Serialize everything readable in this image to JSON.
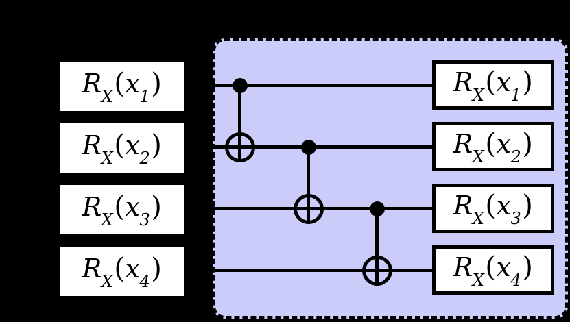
{
  "figure": {
    "title": "quantum-circuit-diagram",
    "background_color": "#000000",
    "wire_color": "#000000",
    "gate_fill_color": "#ffffff",
    "variational_block_fill": "#ccccfa",
    "variational_block_border": "#000000",
    "num_qubits": 4
  },
  "encoding_layer": {
    "name": "feature-encoding-layer",
    "gates": [
      {
        "symbol": "R",
        "subscript": "X",
        "arg_symbol": "x",
        "arg_subscript": "1",
        "label": "R_X(x_1)"
      },
      {
        "symbol": "R",
        "subscript": "X",
        "arg_symbol": "x",
        "arg_subscript": "2",
        "label": "R_X(x_2)"
      },
      {
        "symbol": "R",
        "subscript": "X",
        "arg_symbol": "x",
        "arg_subscript": "3",
        "label": "R_X(x_3)"
      },
      {
        "symbol": "R",
        "subscript": "X",
        "arg_symbol": "x",
        "arg_subscript": "4",
        "label": "R_X(x_4)"
      }
    ]
  },
  "variational_layer": {
    "name": "variational-block",
    "entangling_gates": [
      {
        "type": "CNOT",
        "control_qubit": 1,
        "target_qubit": 2
      },
      {
        "type": "CNOT",
        "control_qubit": 2,
        "target_qubit": 3
      },
      {
        "type": "CNOT",
        "control_qubit": 3,
        "target_qubit": 4
      }
    ],
    "rotation_gates": [
      {
        "symbol": "R",
        "subscript": "X",
        "arg_symbol": "x",
        "arg_subscript": "1",
        "label": "R_X(x_1)"
      },
      {
        "symbol": "R",
        "subscript": "X",
        "arg_symbol": "x",
        "arg_subscript": "2",
        "label": "R_X(x_2)"
      },
      {
        "symbol": "R",
        "subscript": "X",
        "arg_symbol": "x",
        "arg_subscript": "3",
        "label": "R_X(x_3)"
      },
      {
        "symbol": "R",
        "subscript": "X",
        "arg_symbol": "x",
        "arg_subscript": "4",
        "label": "R_X(x_4)"
      }
    ]
  }
}
